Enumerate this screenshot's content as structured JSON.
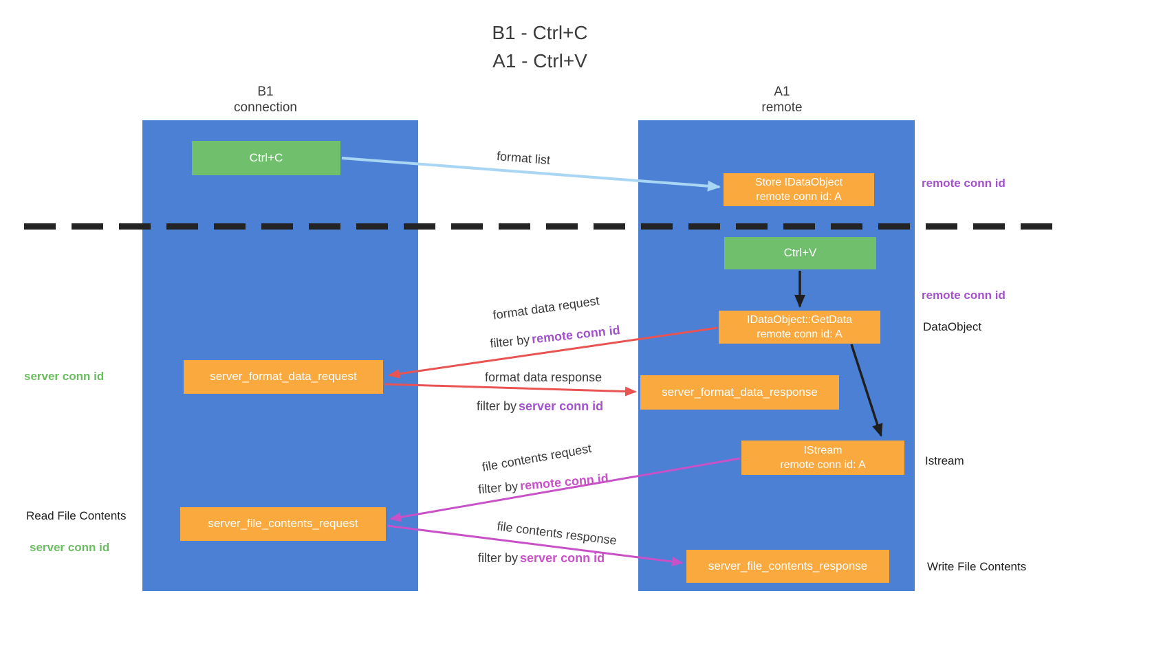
{
  "colors": {
    "lane-blue": "#4B80D5",
    "node-green": "#6FBF6C",
    "node-orange": "#F9A93E",
    "purple": "#A352CB",
    "magenta": "#C851C8",
    "green-text": "#6ABE5F",
    "red-arrow": "#E95352",
    "blue-arrow": "#A9D6F2",
    "black-arrow": "#1F1F1F"
  },
  "title": {
    "line1": "B1 - Ctrl+C",
    "line2": "A1 - Ctrl+V"
  },
  "columns": {
    "b1": {
      "name": "B1",
      "subtitle": "connection"
    },
    "a1": {
      "name": "A1",
      "subtitle": "remote"
    }
  },
  "nodes": {
    "ctrl_c": {
      "label": "Ctrl+C"
    },
    "store_idataobject": {
      "line1": "Store IDataObject",
      "line2": "remote conn id: A"
    },
    "ctrl_v": {
      "label": "Ctrl+V"
    },
    "getdata": {
      "line1": "IDataObject::GetData",
      "line2": "remote conn id: A"
    },
    "server_format_data_request": {
      "label": "server_format_data_request"
    },
    "server_format_data_response": {
      "label": "server_format_data_response"
    },
    "istream": {
      "line1": "IStream",
      "line2": "remote conn id: A"
    },
    "server_file_contents_request": {
      "label": "server_file_contents_request"
    },
    "server_file_contents_response": {
      "label": "server_file_contents_response"
    }
  },
  "side_labels": {
    "remote_conn_id_top": "remote conn id",
    "remote_conn_id_mid": "remote conn id",
    "dataobject": "DataObject",
    "istream": "Istream",
    "write_file_contents": "Write File Contents",
    "server_conn_id_top": "server conn id",
    "read_file_contents": "Read File Contents",
    "server_conn_id_bottom": "server conn id"
  },
  "arrow_labels": {
    "format_list": "format list",
    "format_data_request": "format data request",
    "format_data_request_filter": {
      "prefix": "filter by",
      "highlight": "remote conn id"
    },
    "format_data_response": "format data response",
    "format_data_response_filter": {
      "prefix": "filter by",
      "highlight": "server conn id"
    },
    "file_contents_request": "file contents request",
    "file_contents_request_filter": {
      "prefix": "filter by",
      "highlight": "remote conn id"
    },
    "file_contents_response": "file contents response",
    "file_contents_response_filter": {
      "prefix": "filter by",
      "highlight": "server conn id"
    }
  }
}
